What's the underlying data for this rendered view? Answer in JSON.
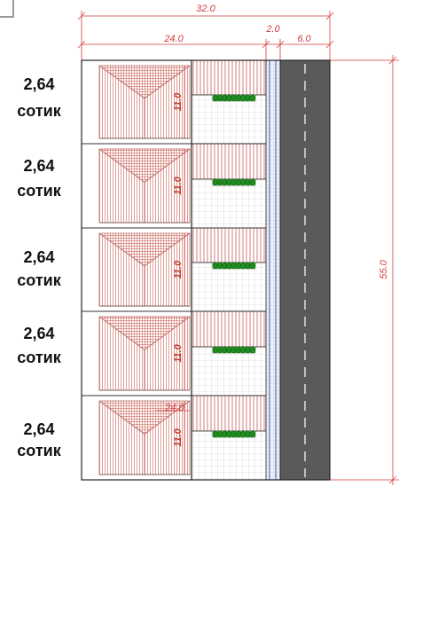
{
  "dimensions": {
    "total_width": "32.0",
    "plots_width": "24.0",
    "strip_width": "2.0",
    "road_width": "6.0",
    "total_height": "55.0"
  },
  "plots": [
    {
      "line1": "2,64",
      "line2": "сотик",
      "width": "11.0"
    },
    {
      "line1": "2,64",
      "line2": "сотик",
      "width": "11.0"
    },
    {
      "line1": "2,64",
      "line2": "сотик",
      "width": "11.0"
    },
    {
      "line1": "2,64",
      "line2": "сотик",
      "width": "11.0"
    },
    {
      "line1": "2,64",
      "line2": "сотик",
      "width": "11.0"
    }
  ],
  "last_plot_depth_label": "24.0",
  "colors": {
    "dimension": "#d23a3a",
    "roof_hatch": "#d9867e",
    "road": "#5a5a5a",
    "hedge": "#1e8c1e",
    "paving_grid": "#c9c9c9"
  }
}
